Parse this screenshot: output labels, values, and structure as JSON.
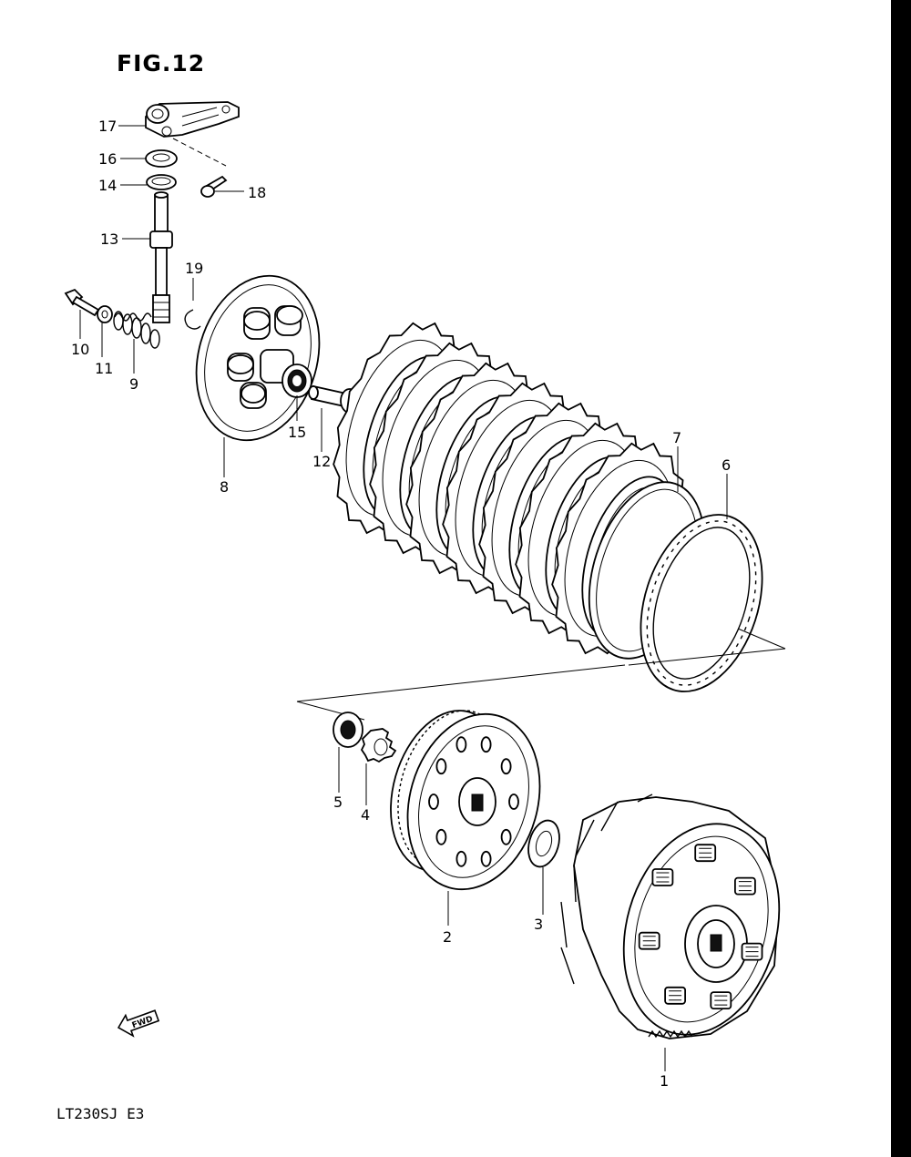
{
  "figure": {
    "title": "FIG.12",
    "model": "LT230SJ E3",
    "fwd_label": "FWD"
  },
  "callouts": {
    "c1": "1",
    "c2": "2",
    "c3": "3",
    "c4": "4",
    "c5": "5",
    "c6": "6",
    "c7": "7",
    "c8": "8",
    "c9": "9",
    "c10": "10",
    "c11": "11",
    "c12": "12",
    "c13": "13",
    "c14": "14",
    "c15": "15",
    "c16": "16",
    "c17": "17",
    "c18": "18",
    "c19": "19"
  }
}
